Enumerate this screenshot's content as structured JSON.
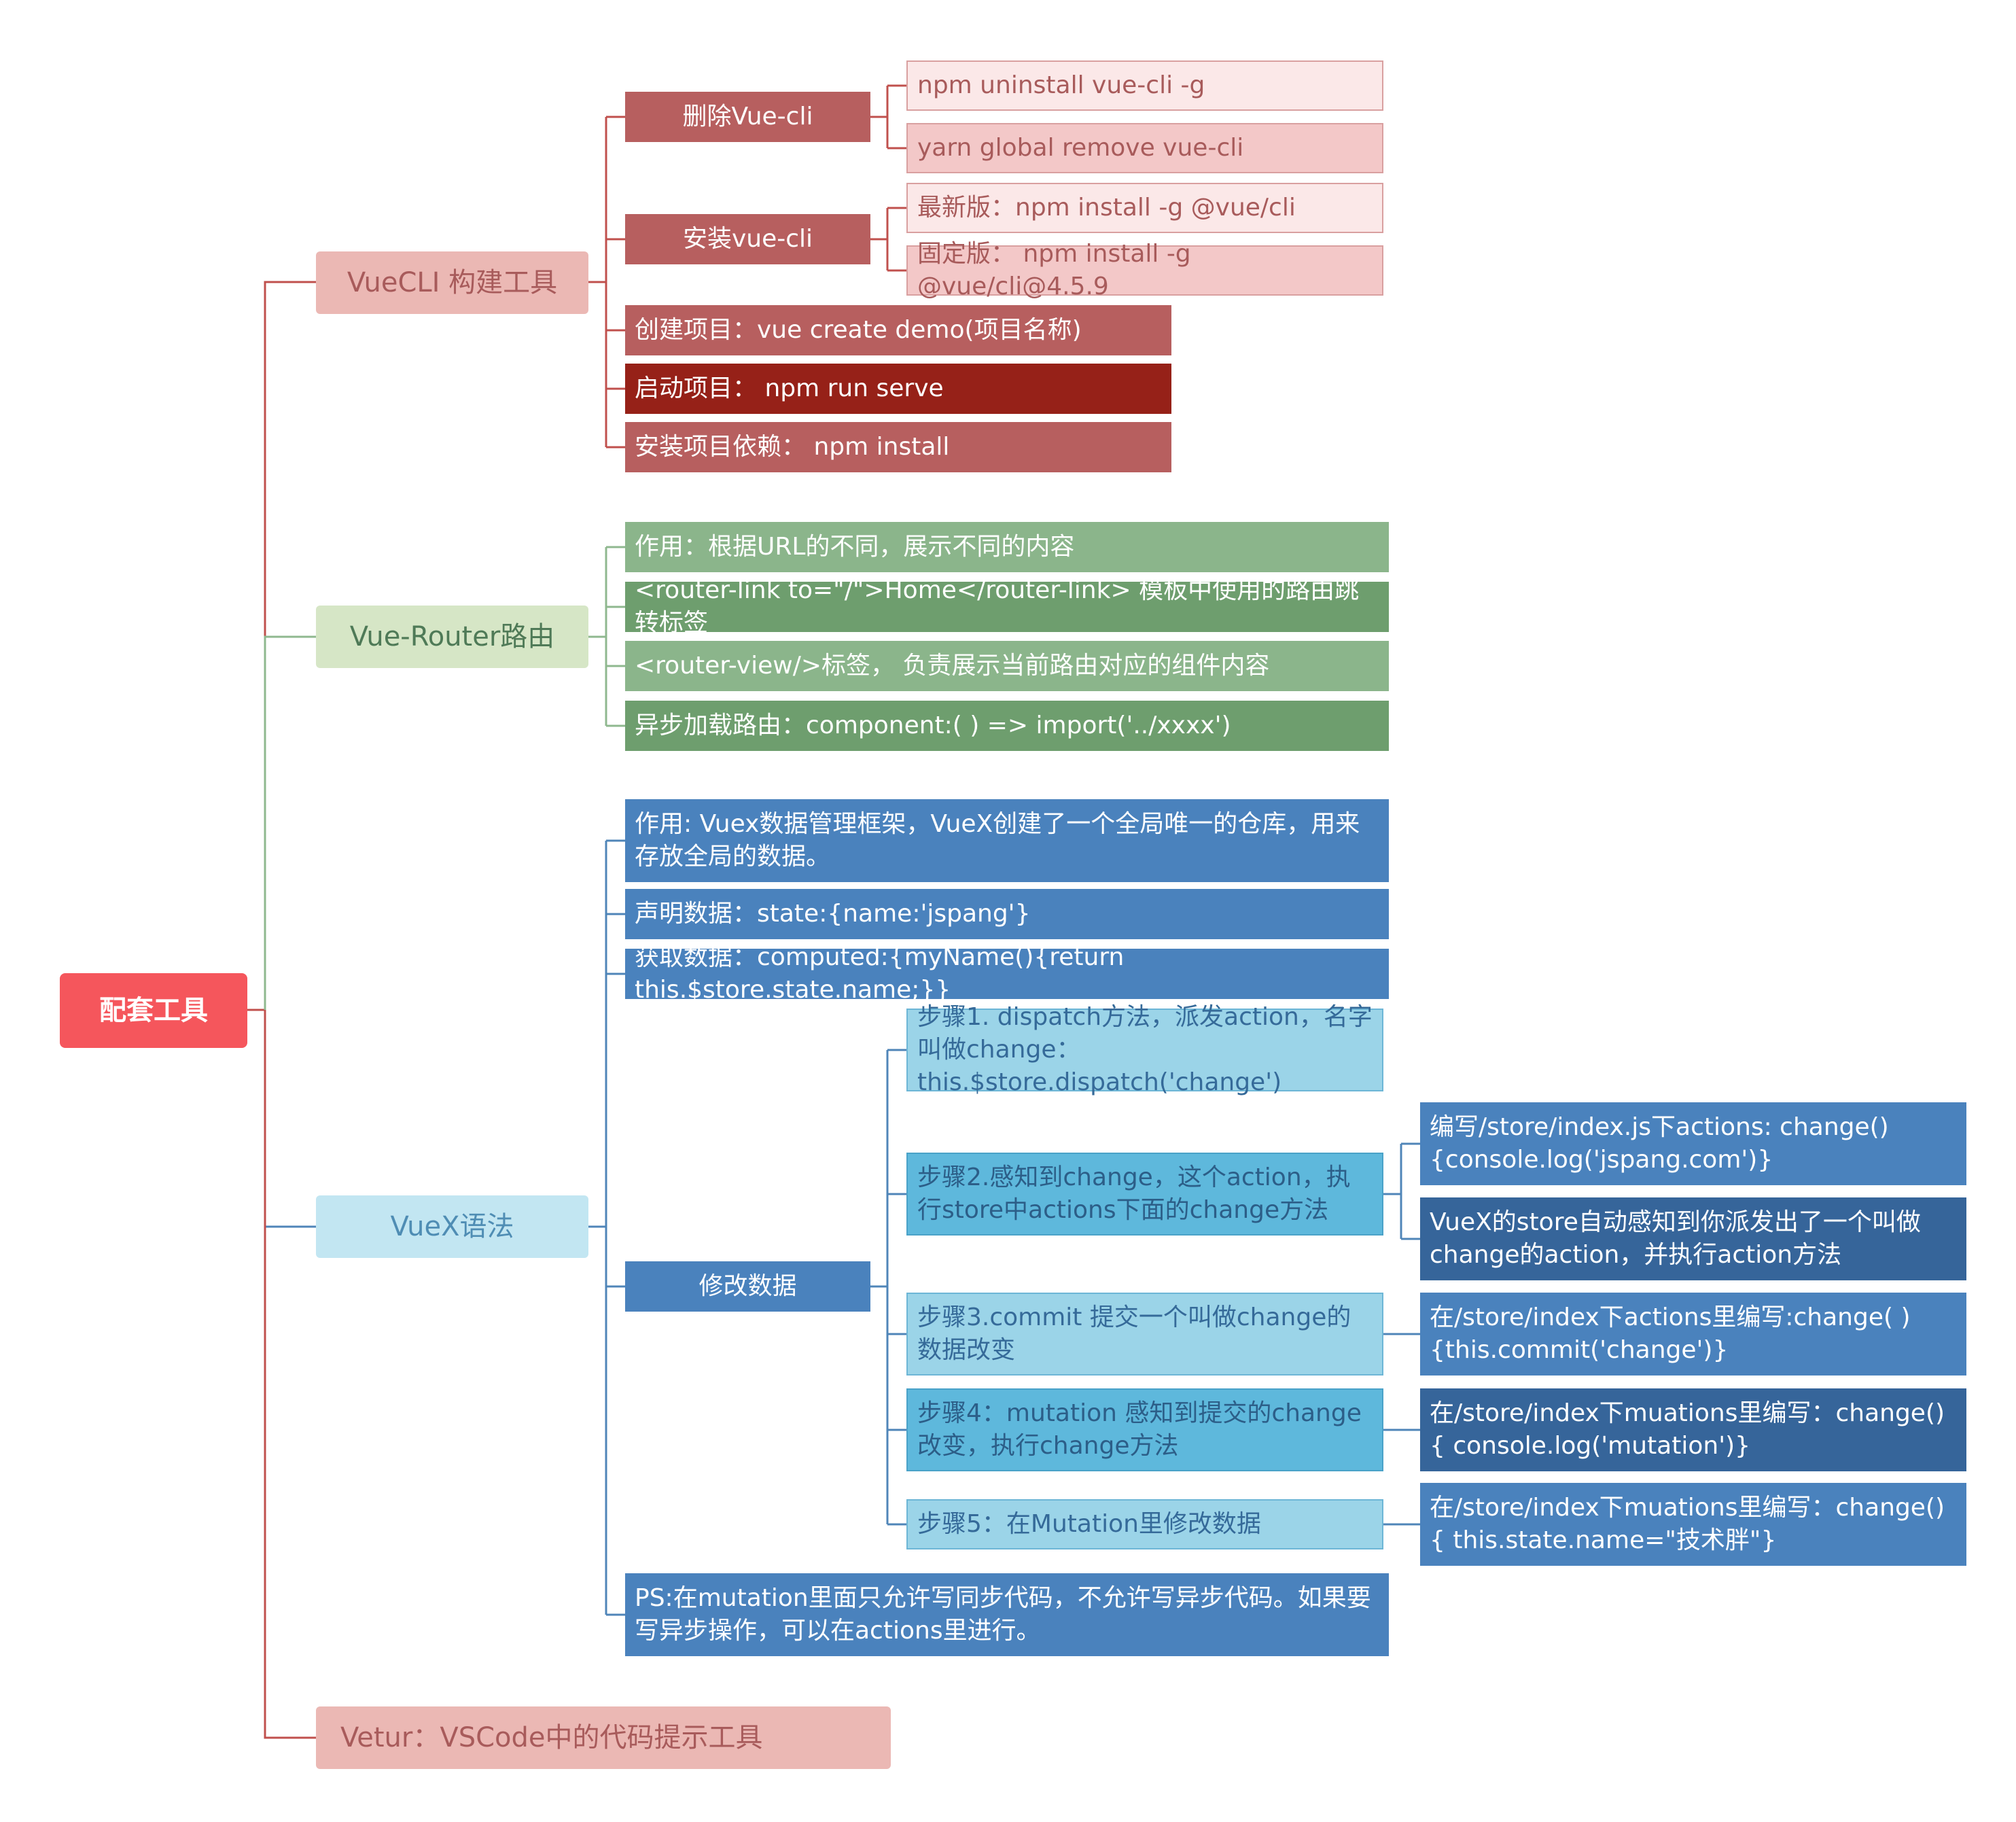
{
  "root": "配套工具",
  "vuecli": {
    "title": "VueCLI 构建工具",
    "remove": {
      "label": "删除Vue-cli",
      "children": [
        "npm uninstall vue-cli -g",
        "yarn global remove vue-cli"
      ]
    },
    "install": {
      "label": "安装vue-cli",
      "children": [
        "最新版：npm install -g @vue/cli",
        "固定版：  npm install  -g @vue/cli@4.5.9"
      ]
    },
    "create": "创建项目：vue create  demo(项目名称)",
    "start": "启动项目：  npm run serve",
    "deps": "安装项目依赖：  npm  install"
  },
  "router": {
    "title": "Vue-Router路由",
    "items": [
      "作用：根据URL的不同，展示不同的内容",
      "<router-link to=\"/\">Home</router-link> 模板中使用的路由跳转标签",
      "<router-view/>标签， 负责展示当前路由对应的组件内容",
      "异步加载路由：component:( ) => import('../xxxx')"
    ]
  },
  "vuex": {
    "title": "VueX语法",
    "purpose": "作用: Vuex数据管理框架，VueX创建了一个全局唯一的仓库，用来存放全局的数据。",
    "declare": "声明数据：state:{name:'jspang'}",
    "get": "获取数据：computed:{myName(){return this.$store.state.name;}}",
    "modify": {
      "label": "修改数据",
      "step1": "步骤1. dispatch方法，派发action，名字叫做change：this.$store.dispatch('change')",
      "step2": "步骤2.感知到change，这个action，执行store中actions下面的change方法",
      "step2a": "编写/store/index.js下actions: change(){console.log('jspang.com')}",
      "step2b": "VueX的store自动感知到你派发出了一个叫做change的action，并执行action方法",
      "step3": "步骤3.commit 提交一个叫做change的数据改变",
      "step3a": "在/store/index下actions里编写:change( ){this.commit('change')}",
      "step4": "步骤4：mutation 感知到提交的change改变，执行change方法",
      "step4a": "在/store/index下muations里编写：change(){ console.log('mutation')}",
      "step5": "步骤5：在Mutation里修改数据",
      "step5a": "在/store/index下muations里编写：change(){ this.state.name=\"技术胖\"}"
    },
    "ps": "PS:在mutation里面只允许写同步代码，不允许写异步代码。如果要写异步操作，可以在actions里进行。"
  },
  "vetur": "Vetur：VSCode中的代码提示工具",
  "colors": {
    "red_line": "#c0504d",
    "green_line": "#8fb88f",
    "blue_line": "#4f85b8"
  }
}
